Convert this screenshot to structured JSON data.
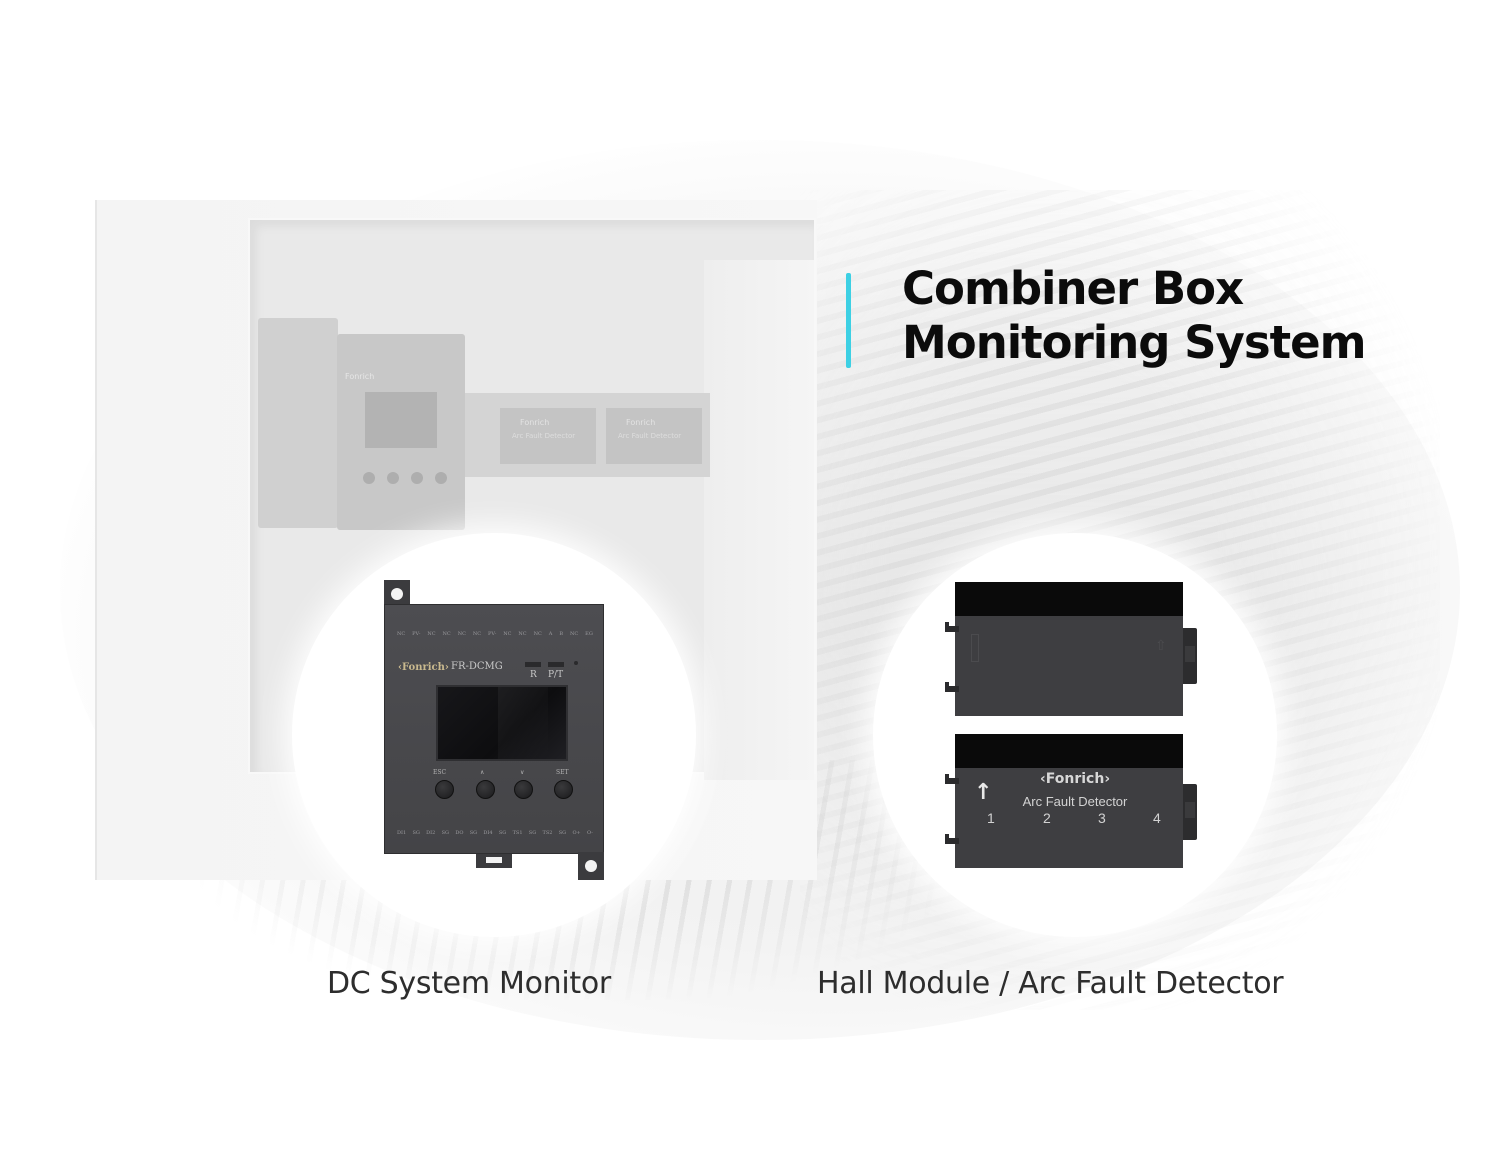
{
  "title": {
    "line1": "Combiner Box",
    "line2": "Monitoring System",
    "accent_color": "#3dd0e4"
  },
  "background": {
    "faded_monitor_logo": "Fonrich",
    "faded_module_logo": "Fonrich",
    "faded_module_name": "Arc Fault Detector"
  },
  "dc_monitor": {
    "logo": "‹Fonrich›",
    "model": "FR-DCMG",
    "led_labels": [
      "R",
      "P/T"
    ],
    "top_terminals": [
      "NC",
      "PV-",
      "NC",
      "NC",
      "NC",
      "NC",
      "PV-",
      "NC",
      "NC",
      "NC",
      "A",
      "B",
      "NC",
      "EG"
    ],
    "bottom_terminals": [
      "DI1",
      "SG",
      "DI2",
      "SG",
      "DO",
      "SG",
      "DI4",
      "SG",
      "TS1",
      "SG",
      "TS2",
      "SG",
      "O+",
      "O-"
    ],
    "button_labels": [
      "ESC",
      "∧",
      "∨",
      "SET"
    ],
    "caption": "DC System Monitor"
  },
  "hall_module": {
    "side_arrow": "⇧"
  },
  "arc_fault_detector": {
    "logo": "‹Fonrich›",
    "name": "Arc Fault Detector",
    "arrow": "↑",
    "channels": [
      "1",
      "2",
      "3",
      "4"
    ],
    "caption": "Hall Module / Arc Fault Detector"
  }
}
